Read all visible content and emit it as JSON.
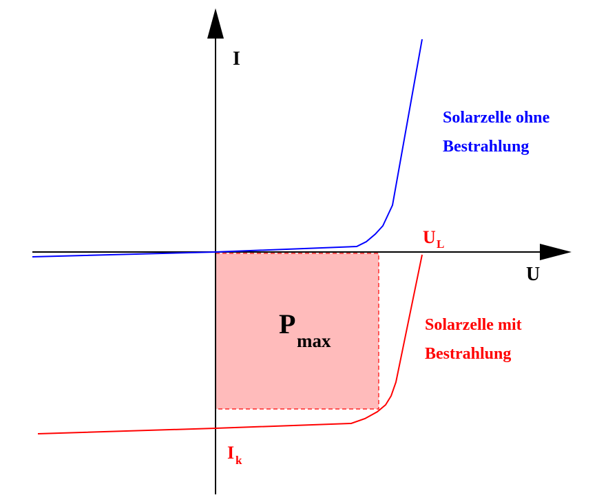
{
  "colors": {
    "axis": "#000000",
    "dark_curve": "#0000ff",
    "illuminated_curve": "#ff0000",
    "power_area_fill": "#ffbbbb",
    "power_area_border": "#ff0000"
  },
  "axes": {
    "y_label": "I",
    "x_label": "U"
  },
  "curves": {
    "dark": {
      "line1": "Solarzelle ohne",
      "line2": "Bestrahlung"
    },
    "illuminated": {
      "line1": "Solarzelle mit",
      "line2": "Bestrahlung"
    }
  },
  "points": {
    "open_circuit": {
      "main": "U",
      "sub": "L"
    },
    "short_circuit": {
      "main": "I",
      "sub": "k"
    }
  },
  "power_area": {
    "main": "P",
    "sub": "max"
  }
}
